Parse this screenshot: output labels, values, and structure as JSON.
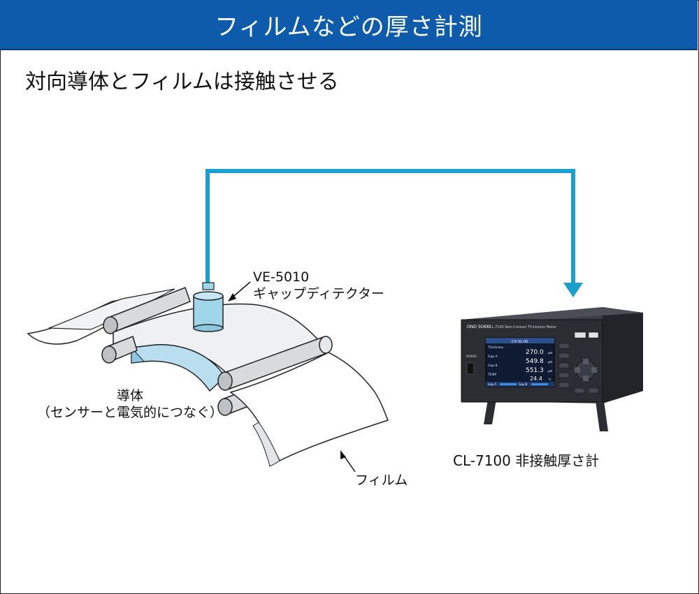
{
  "header": {
    "title": "フィルムなどの厚さ計測"
  },
  "subtitle": "対向導体とフィルムは接触させる",
  "labels": {
    "sensor_model": "VE-5010",
    "sensor_name": "ギャップディテクター",
    "conductor": "導体",
    "conductor_note": "（センサーと電気的につなぐ）",
    "film": "フィルム",
    "meter": "CL-7100 非接触厚さ計"
  },
  "device": {
    "brand": "ONO SOKKI",
    "model_caption": "CL-7100 Non-Contact Thickness Meter",
    "power_label": "POWER",
    "screen": {
      "header": "CH 01:00",
      "rows": [
        {
          "name": "Thickness",
          "value": "270.0",
          "unit": "μm"
        },
        {
          "name": "Gap A",
          "value": "549.8",
          "unit": "μm"
        },
        {
          "name": "Gap B",
          "value": "551.3",
          "unit": "μm"
        },
        {
          "name": "TEMP",
          "value": "24.4",
          "unit": "℃"
        }
      ],
      "footer_a": "Gap A",
      "footer_b": "Gap B"
    }
  },
  "colors": {
    "header_bg": "#0f5bab",
    "cable": "#1aa0cf",
    "sensor": "#9fd6ea",
    "conductor": "#b9def0",
    "device_body": "#2b2d33"
  },
  "icons": [
    "arrow-down-icon",
    "pointer-arrow-icon"
  ]
}
